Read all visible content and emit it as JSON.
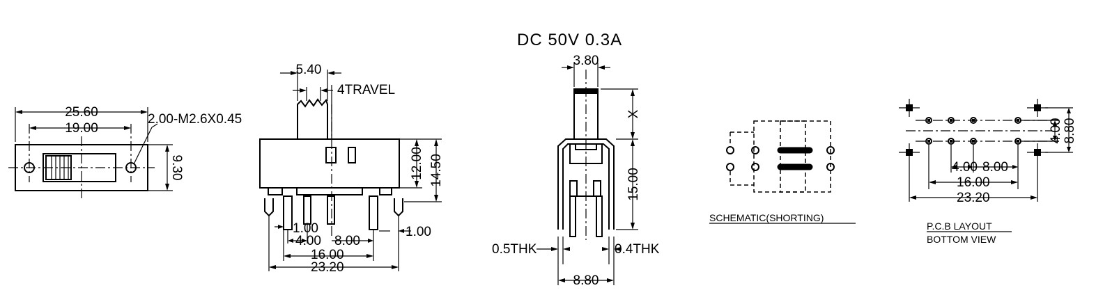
{
  "rating": "DC  50V  0.3A",
  "front_view": {
    "dim_overall": "25.60",
    "dim_holes": "19.00",
    "dim_height": "9.30",
    "screw": "2.00-M2.6X0.45"
  },
  "side_view": {
    "dim_knob": "5.40",
    "travel": "4TRAVEL",
    "dim_body": "12.00",
    "dim_total": "14.50",
    "dim_pin_left": "1.00",
    "dim_pin_right": "1.00",
    "dim_a": "4.00",
    "dim_b": "8.00",
    "dim_c": "16.00",
    "dim_d": "23.20"
  },
  "end_view": {
    "dim_top": "3.80",
    "dim_x": "X",
    "dim_height": "15.00",
    "thk_left": "0.5THK",
    "thk_right": "0.4THK",
    "dim_bottom": "8.80"
  },
  "schematic": {
    "caption": "SCHEMATIC(SHORTING)"
  },
  "pcb": {
    "caption1": "P.C.B LAYOUT",
    "caption2": "BOTTOM VIEW",
    "dim_a": "4.00",
    "dim_b": "8.00",
    "dim_c": "16.00",
    "dim_d": "23.20",
    "dim_v1": "4.00",
    "dim_v2": "8.80"
  }
}
